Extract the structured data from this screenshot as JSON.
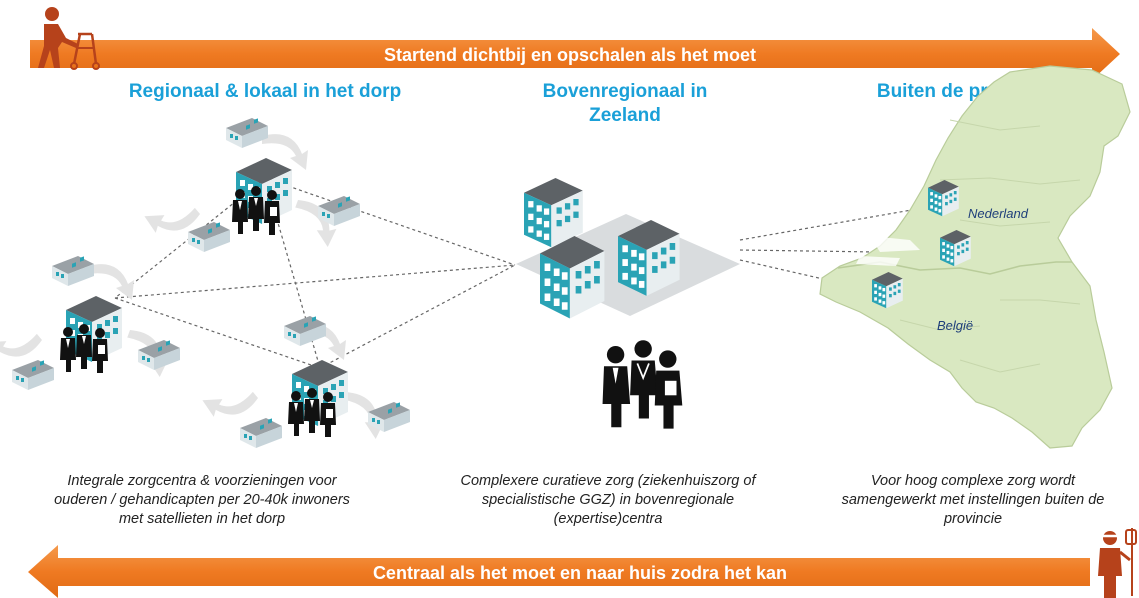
{
  "top_arrow": {
    "label": "Startend dichtbij en opschalen als het moet"
  },
  "bottom_arrow": {
    "label": "Centraal als het moet en naar huis zodra het kan"
  },
  "columns": [
    {
      "title": "Regionaal & lokaal in het dorp",
      "caption_lines": [
        "Integrale zorgcentra & voorzieningen voor",
        "ouderen / gehandicapten per 20-40k inwoners",
        "met satellieten in het dorp"
      ]
    },
    {
      "title_lines": [
        "Bovenregionaal in",
        "Zeeland"
      ],
      "caption_lines": [
        "Complexere curatieve zorg (ziekenhuiszorg of",
        "specialistische GGZ) in bovenregionale",
        "(expertise)centra"
      ]
    },
    {
      "title": "Buiten de provincie",
      "caption_lines": [
        "Voor hoog complexe zorg wordt",
        "samengewerkt met instellingen buiten de",
        "provincie"
      ]
    }
  ],
  "map_labels": {
    "nl": "Nederland",
    "be": "België"
  },
  "colors": {
    "arrow": "#f07a22",
    "title": "#1aa0d8",
    "map_fill": "#d9e8c1",
    "map_border": "#b9cc9a",
    "building_teal": "#2aa3b5",
    "building_roof": "#5d6266",
    "people": "#111111",
    "figure_red": "#b6421b"
  },
  "icons": [
    "elderly-with-walker-icon",
    "patient-with-iv-stand-icon",
    "hospital-building-icon",
    "satellite-building-icon",
    "care-staff-group-icon",
    "doctors-group-icon"
  ]
}
